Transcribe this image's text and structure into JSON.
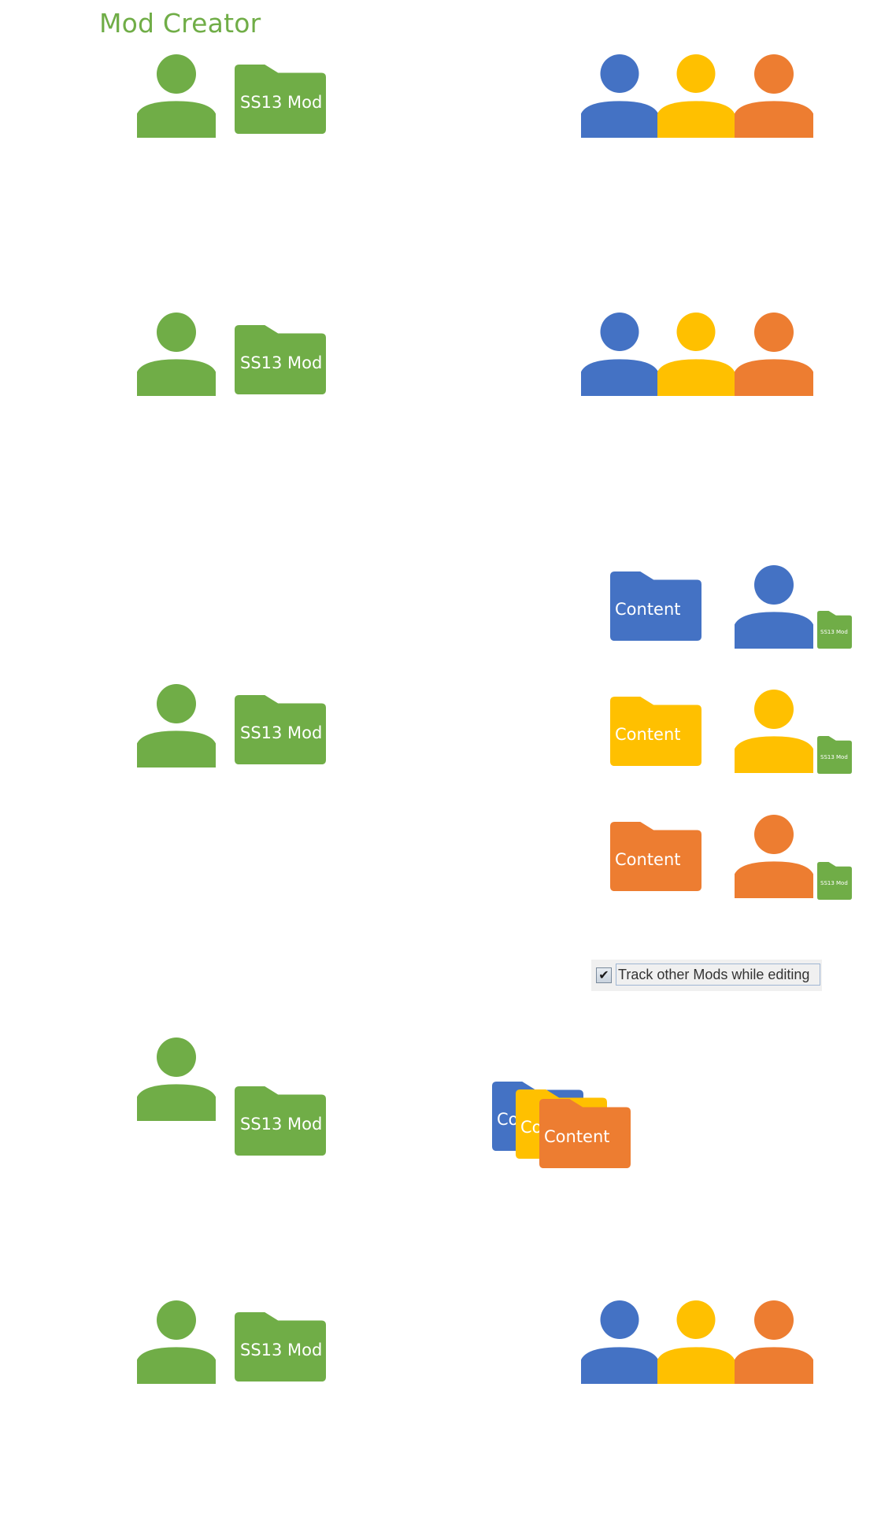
{
  "title": "Mod Creator",
  "colors": {
    "green": "#70AD47",
    "blue": "#4472C4",
    "yellow": "#FFC000",
    "orange": "#ED7D31"
  },
  "labels": {
    "mod_folder": "SS13 Mod",
    "content_folder": "Content",
    "mini_mod_folder": "SS13 Mod",
    "stack_partial": "Co"
  },
  "checkbox": {
    "checked": true,
    "check_glyph": "✔",
    "label": "Track other Mods while editing"
  },
  "rows": [
    {
      "name": "row-1",
      "left": [
        "creator-person",
        "mod-folder"
      ],
      "right": "user-group"
    },
    {
      "name": "row-2",
      "left": [
        "creator-person",
        "mod-folder"
      ],
      "right": "user-group"
    },
    {
      "name": "row-3",
      "left": [
        "creator-person",
        "mod-folder"
      ],
      "right": "content-users",
      "content_users": [
        "blue",
        "yellow",
        "orange"
      ]
    },
    {
      "name": "row-4",
      "left": [
        "creator-person",
        "mod-folder"
      ],
      "right": "stacked-content-folders",
      "stack": [
        "blue",
        "yellow",
        "orange"
      ]
    },
    {
      "name": "row-5",
      "left": [
        "creator-person",
        "mod-folder"
      ],
      "right": "user-group"
    }
  ]
}
